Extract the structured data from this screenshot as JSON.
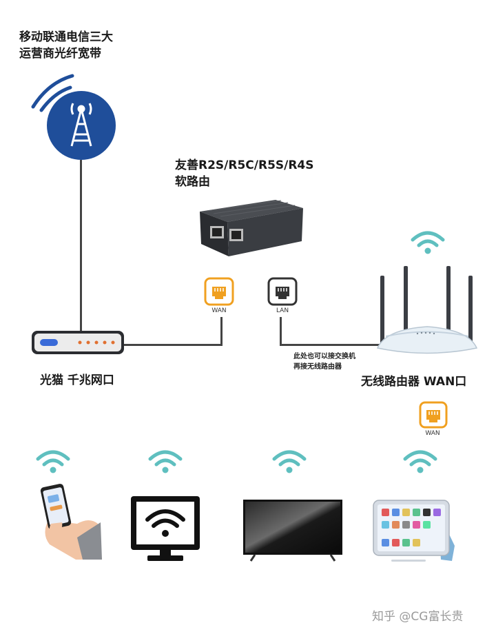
{
  "isp": {
    "line1": "移动联通电信三大",
    "line2": "运营商光纤宽带"
  },
  "soft_router": {
    "line1": "友善R2S/R5C/R5S/R4S",
    "line2": "软路由"
  },
  "ports": {
    "wan_label": "WAN",
    "lan_label": "LAN",
    "router_wan_label": "WAN"
  },
  "modem": {
    "label": "光猫 千兆网口"
  },
  "wireless_router": {
    "label": "无线路由器 WAN口"
  },
  "note": {
    "line1": "此处也可以接交换机",
    "line2": "再接无线路由器"
  },
  "watermark": "知乎 @CG富长贵",
  "colors": {
    "tower_blue": "#1f4e9a",
    "wifi_teal": "#5fbfbf",
    "wan_orange": "#f0a020",
    "line": "#444444"
  }
}
